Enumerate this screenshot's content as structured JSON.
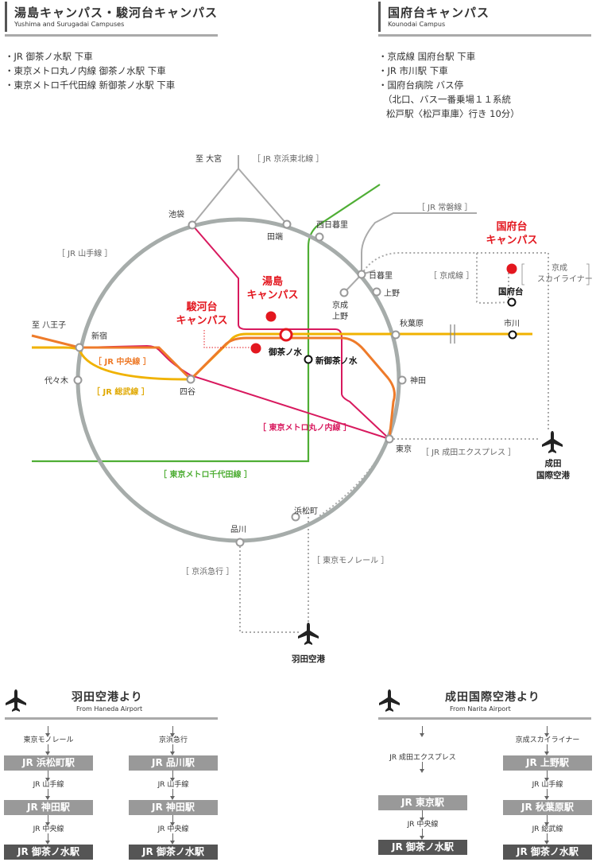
{
  "yushima": {
    "title": "湯島キャンパス・駿河台キャンパス",
    "subtitle": "Yushima and Surugadai Campuses",
    "access": [
      "・JR 御茶ノ水駅 下車",
      "・東京メトロ丸ノ内線 御茶ノ水駅 下車",
      "・東京メトロ千代田線 新御茶ノ水駅 下車"
    ]
  },
  "kounodai": {
    "title": "国府台キャンパス",
    "subtitle": "Kounodai Campus",
    "access": [
      "・京成線 国府台駅 下車",
      "・JR 市川駅 下車",
      "・国府台病院 バス停",
      "（北口、バス一番乗場１１系統",
      "松戸駅〈松戸車庫〉行き 10分）"
    ]
  },
  "map": {
    "stations": {
      "ikebukuro": "池袋",
      "tabata": "田端",
      "nishinippori": "西日暮里",
      "nippori": "日暮里",
      "ueno": "上野",
      "keisei_ueno_1": "京成",
      "keisei_ueno_2": "上野",
      "akihabara": "秋葉原",
      "kanda": "神田",
      "tokyo": "東京",
      "hamamatsucho": "浜松町",
      "shinagawa": "品川",
      "yotsuya": "四谷",
      "shinjuku": "新宿",
      "yoyogi": "代々木",
      "ochanomizu": "御茶ノ水",
      "shin_ochanomizu": "新御茶ノ水",
      "kounodai": "国府台",
      "ichikawa": "市川",
      "hachioji": "至 八王子",
      "omiya": "至 大宮"
    },
    "lines": {
      "keihin_tohoku": "［ JR 京浜東北線 ］",
      "yamanote": "［ JR 山手線 ］",
      "joban": "［ JR 常磐線 ］",
      "keisei": "［ 京成線 ］",
      "skyliner_1": "京成",
      "skyliner_2": "スカイライナー",
      "chuo": "［ JR 中央線 ］",
      "sobu": "［ JR 総武線 ］",
      "marunouchi": "［ 東京メトロ丸ノ内線 ］",
      "chiyoda": "［ 東京メトロ千代田線 ］",
      "narita_express": "［ JR 成田エクスプレス ］",
      "monorail": "［ 東京モノレール ］",
      "keikyu": "［ 京浜急行 ］"
    },
    "campuses": {
      "yushima_1": "湯島",
      "yushima_2": "キャンパス",
      "surugadai_1": "駿河台",
      "surugadai_2": "キャンパス",
      "kounodai_1": "国府台",
      "kounodai_2": "キャンパス"
    },
    "airports": {
      "narita_1": "成田",
      "narita_2": "国際空港",
      "haneda": "羽田空港"
    }
  },
  "colors": {
    "yamanote": "#a6acaa",
    "chuo": "#ee7b2a",
    "sobu": "#f0b200",
    "marunouchi": "#d8195e",
    "chiyoda": "#4fae35",
    "campus": "#e3171f",
    "gray_line": "#aaaaaa"
  },
  "haneda_route": {
    "title": "羽田空港より",
    "subtitle": "From Haneda Airport",
    "routes": [
      [
        {
          "line": "東京モノレール"
        },
        {
          "stn": "JR 浜松町駅"
        },
        {
          "line": "JR 山手線"
        },
        {
          "stn": "JR 神田駅"
        },
        {
          "line": "JR 中央線"
        },
        {
          "stn": "JR 御茶ノ水駅"
        }
      ],
      [
        {
          "line": "京浜急行"
        },
        {
          "stn": "JR 品川駅"
        },
        {
          "line": "JR 山手線"
        },
        {
          "stn": "JR 神田駅"
        },
        {
          "line": "JR 中央線"
        },
        {
          "stn": "JR 御茶ノ水駅"
        }
      ]
    ]
  },
  "narita_route": {
    "title": "成田国際空港より",
    "subtitle": "From Narita Airport",
    "routes": [
      [
        {
          "line": "JR 成田エクスプレス"
        },
        {
          "stn": "JR 東京駅"
        },
        {
          "line": "JR 中央線"
        },
        {
          "stn": "JR 御茶ノ水駅"
        }
      ],
      [
        {
          "line": "京成スカイライナー"
        },
        {
          "stn": "JR 上野駅"
        },
        {
          "line": "JR 山手線"
        },
        {
          "stn": "JR 秋葉原駅"
        },
        {
          "line": "JR 総武線"
        },
        {
          "stn": "JR 御茶ノ水駅"
        }
      ]
    ]
  }
}
